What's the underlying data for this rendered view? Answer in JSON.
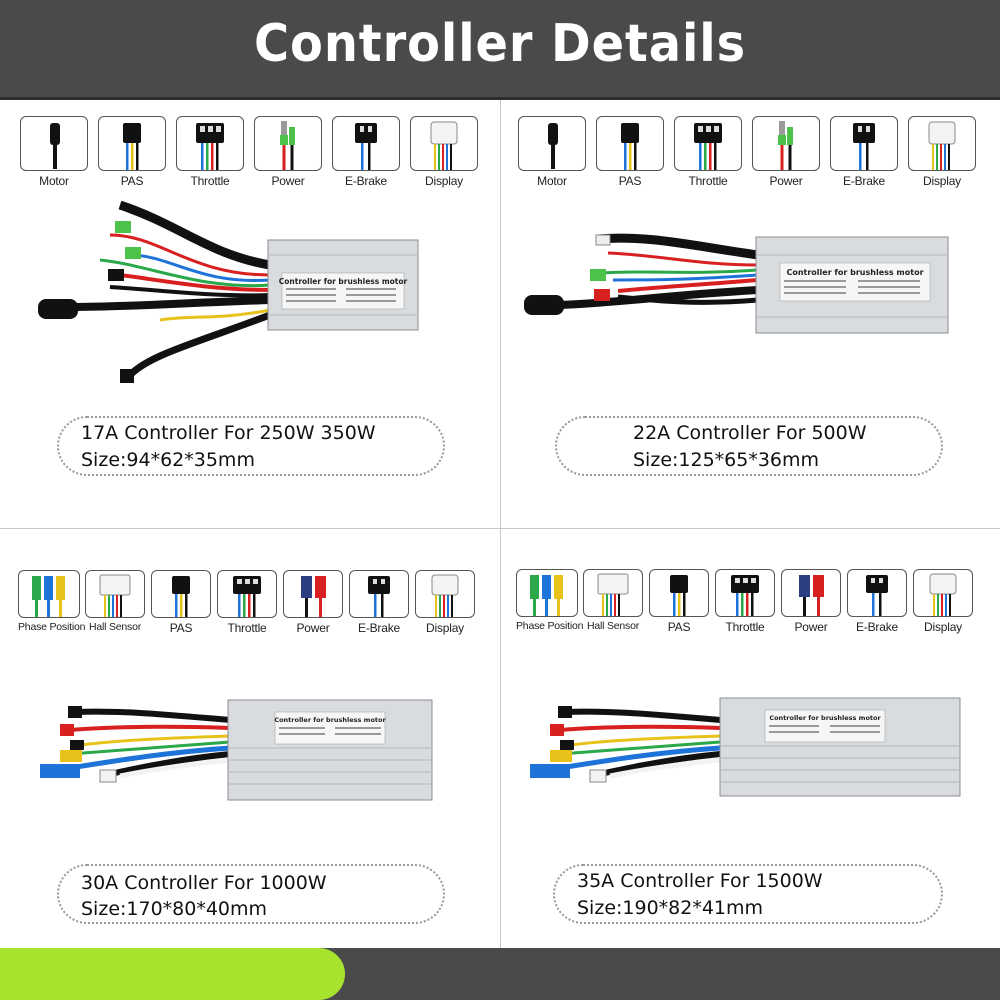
{
  "header": {
    "title": "Controller  Details"
  },
  "colors": {
    "header_bg": "#4a4a4a",
    "accent": "#a7e22f",
    "housing": "#d9dcdf"
  },
  "panels": [
    {
      "connectors": [
        {
          "label": "Motor",
          "icon": "motor-connector-icon"
        },
        {
          "label": "PAS",
          "icon": "pas-connector-icon"
        },
        {
          "label": "Throttle",
          "icon": "throttle-connector-icon"
        },
        {
          "label": "Power",
          "icon": "power-connector-icon"
        },
        {
          "label": "E-Brake",
          "icon": "ebrake-connector-icon"
        },
        {
          "label": "Display",
          "icon": "display-connector-icon"
        }
      ],
      "photo_label": "Controller for brushless motor",
      "caption": {
        "line1": "17A Controller For 250W 350W",
        "line2": "Size:94*62*35mm"
      }
    },
    {
      "connectors": [
        {
          "label": "Motor",
          "icon": "motor-connector-icon"
        },
        {
          "label": "PAS",
          "icon": "pas-connector-icon"
        },
        {
          "label": "Throttle",
          "icon": "throttle-connector-icon"
        },
        {
          "label": "Power",
          "icon": "power-connector-icon"
        },
        {
          "label": "E-Brake",
          "icon": "ebrake-connector-icon"
        },
        {
          "label": "Display",
          "icon": "display-connector-icon"
        }
      ],
      "photo_label": "Controller for brushless motor",
      "caption": {
        "line1": "22A Controller For 500W",
        "line2": "Size:125*65*36mm"
      }
    },
    {
      "connectors": [
        {
          "label": "Phase Position",
          "icon": "phase-connector-icon"
        },
        {
          "label": "Hall Sensor",
          "icon": "hall-sensor-connector-icon"
        },
        {
          "label": "PAS",
          "icon": "pas-connector-icon"
        },
        {
          "label": "Throttle",
          "icon": "throttle-connector-icon"
        },
        {
          "label": "Power",
          "icon": "power-connector-icon"
        },
        {
          "label": "E-Brake",
          "icon": "ebrake-connector-icon"
        },
        {
          "label": "Display",
          "icon": "display-connector-icon"
        }
      ],
      "photo_label": "Controller for brushless motor",
      "caption": {
        "line1": "30A Controller For 1000W",
        "line2": "Size:170*80*40mm"
      }
    },
    {
      "connectors": [
        {
          "label": "Phase Position",
          "icon": "phase-connector-icon"
        },
        {
          "label": "Hall Sensor",
          "icon": "hall-sensor-connector-icon"
        },
        {
          "label": "PAS",
          "icon": "pas-connector-icon"
        },
        {
          "label": "Throttle",
          "icon": "throttle-connector-icon"
        },
        {
          "label": "Power",
          "icon": "power-connector-icon"
        },
        {
          "label": "E-Brake",
          "icon": "ebrake-connector-icon"
        },
        {
          "label": "Display",
          "icon": "display-connector-icon"
        }
      ],
      "photo_label": "Controller for brushless motor",
      "caption": {
        "line1": "35A Controller For 1500W",
        "line2": "Size:190*82*41mm"
      }
    }
  ]
}
